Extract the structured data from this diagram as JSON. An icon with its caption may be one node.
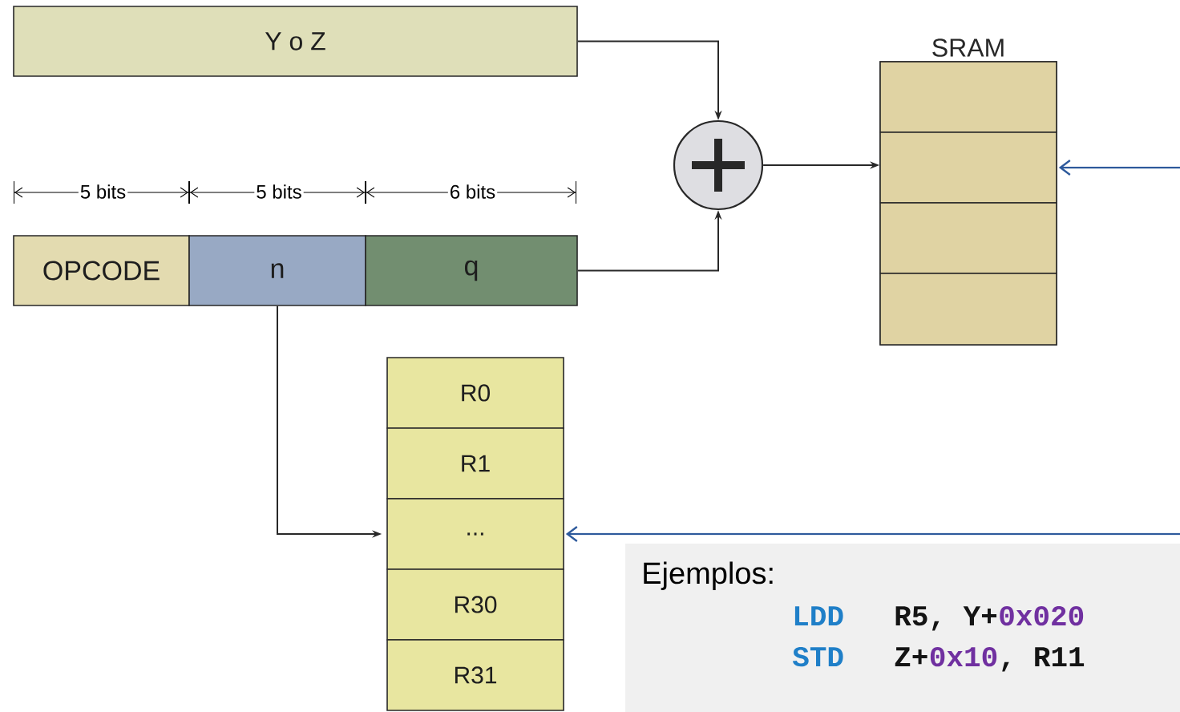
{
  "diagram": {
    "nodes": [
      {
        "text": [
          "Y o Z"
        ]
      },
      {
        "text": [],
        "shape": "circle"
      },
      {
        "text": [
          "SRAM"
        ]
      },
      {
        "text": [],
        "shape": "box",
        "in": 2
      },
      {
        "text": [],
        "shape": "box",
        "in": 2
      },
      {
        "text": [],
        "shape": "box",
        "in": 2
      },
      {
        "text": [],
        "shape": "box",
        "in": 2
      },
      {
        "text": [
          "OPCODE"
        ]
      },
      {
        "text": [
          "n"
        ]
      },
      {
        "text": [
          "q"
        ]
      },
      {
        "text": [
          "R0"
        ]
      },
      {
        "text": [
          "R1"
        ]
      },
      {
        "text": [
          "..."
        ]
      },
      {
        "text": [
          "R30"
        ]
      },
      {
        "text": [
          "R31"
        ]
      }
    ],
    "edges": [
      {
        "from": 0,
        "to": 1,
        "arrow": "to"
      },
      {
        "from": 9,
        "to": 1,
        "arrow": "to"
      },
      {
        "from": 1,
        "to": 2,
        "arrow": "to"
      },
      {
        "from": 8,
        "to": 12,
        "arrow": "to"
      },
      {
        "from": null,
        "to": 4,
        "arrow": "to",
        "color": "#2e5a9c"
      },
      {
        "from": null,
        "to": 12,
        "arrow": "to",
        "color": "#2e5a9c"
      }
    ],
    "labels": [
      "5 bits",
      "5 bits",
      "6 bits",
      "Ejemplos:",
      "LDD",
      "R5, Y+",
      "0x020",
      "STD",
      "Z+",
      "0x10",
      ", R11"
    ]
  }
}
